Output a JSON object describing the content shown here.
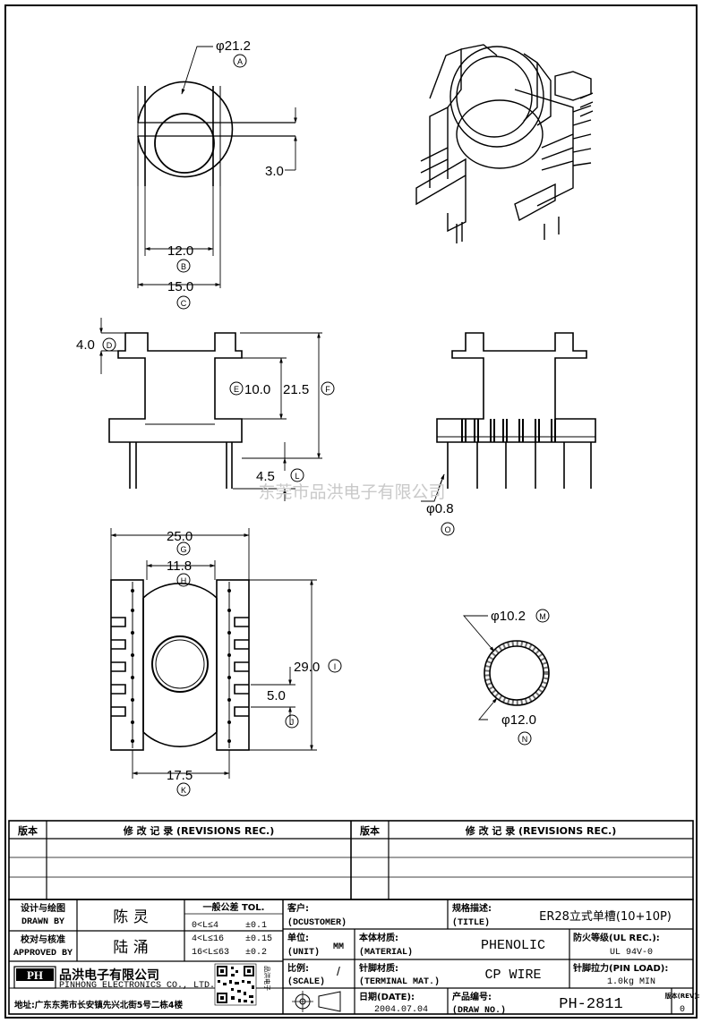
{
  "watermark": "东莞市品洪电子有限公司",
  "dims": {
    "a_text": "φ21.2",
    "a_mark": "A",
    "slot_text": "3.0",
    "b_text": "12.0",
    "b_mark": "B",
    "c_text": "15.0",
    "c_mark": "C",
    "d_text": "4.0",
    "d_mark": "D",
    "e_text": "10.0",
    "e_mark": "E",
    "f_text": "21.5",
    "f_mark": "F",
    "l_text": "4.5",
    "l_mark": "L",
    "o_text": "φ0.8",
    "o_mark": "O",
    "g_text": "25.0",
    "g_mark": "G",
    "h_text": "11.8",
    "h_mark": "H",
    "i_text": "29.0",
    "i_mark": "I",
    "j_text": "5.0",
    "j_mark": "J",
    "k_text": "17.5",
    "k_mark": "K",
    "m_text": "φ10.2",
    "m_mark": "M",
    "n_text": "φ12.0",
    "n_mark": "N"
  },
  "revisions": {
    "version_header": "版本",
    "revisions_header": "修 改 记 录 (REVISIONS REC.)"
  },
  "title_block": {
    "drawn_by_label_cn": "设计与绘图",
    "drawn_by_label_en": "DRAWN BY",
    "drawn_by": "陈 灵",
    "approved_label_cn": "校对与核准",
    "approved_label_en": "APPROVED BY",
    "approved_by": "陆 涌",
    "tol_title": "一般公差 TOL.",
    "tol_rows": [
      {
        "range": "0<L≤4",
        "value": "±0.1"
      },
      {
        "range": "4<L≤16",
        "value": "±0.15"
      },
      {
        "range": "16<L≤63",
        "value": "±0.2"
      }
    ],
    "customer_label_cn": "客户:",
    "customer_label_en": "(DCUSTOMER)",
    "unit_label_cn": "单位:",
    "unit_label_en": "(UNIT)",
    "unit_value": "MM",
    "material_label_cn": "本体材质:",
    "material_label_en": "(MATERIAL)",
    "material_value": "PHENOLIC",
    "scale_label_cn": "比例:",
    "scale_label_en": "(SCALE)",
    "scale_value": "/",
    "terminal_label_cn": "针脚材质:",
    "terminal_label_en": "(TERMINAL MAT.)",
    "terminal_value": "CP WIRE",
    "date_label_cn": "日期(DATE):",
    "date_value": "2004.07.04",
    "title_label_cn": "规格描述:",
    "title_label_en": "(TITLE)",
    "title_value": "ER28立式单槽(10+10P)",
    "fire_label": "防火等级(UL REC.):",
    "fire_value": "UL 94V-0",
    "pin_load_label": "针脚拉力(PIN LOAD):",
    "pin_load_value": "1.0kg MIN",
    "draw_no_label_cn": "产品编号:",
    "draw_no_label_en": "(DRAW NO.)",
    "draw_no_value": "PH-2811",
    "rev_label_cn": "版本(REV):",
    "rev_value": "0",
    "company_cn": "品洪电子有限公司",
    "company_en": "PINHONG ELECTRONICS CO., LTD.",
    "logo_text": "PH",
    "qr_side_text": "品洪电子",
    "address": "地址:广东东莞市长安镇先兴北街5号二栋4楼"
  }
}
